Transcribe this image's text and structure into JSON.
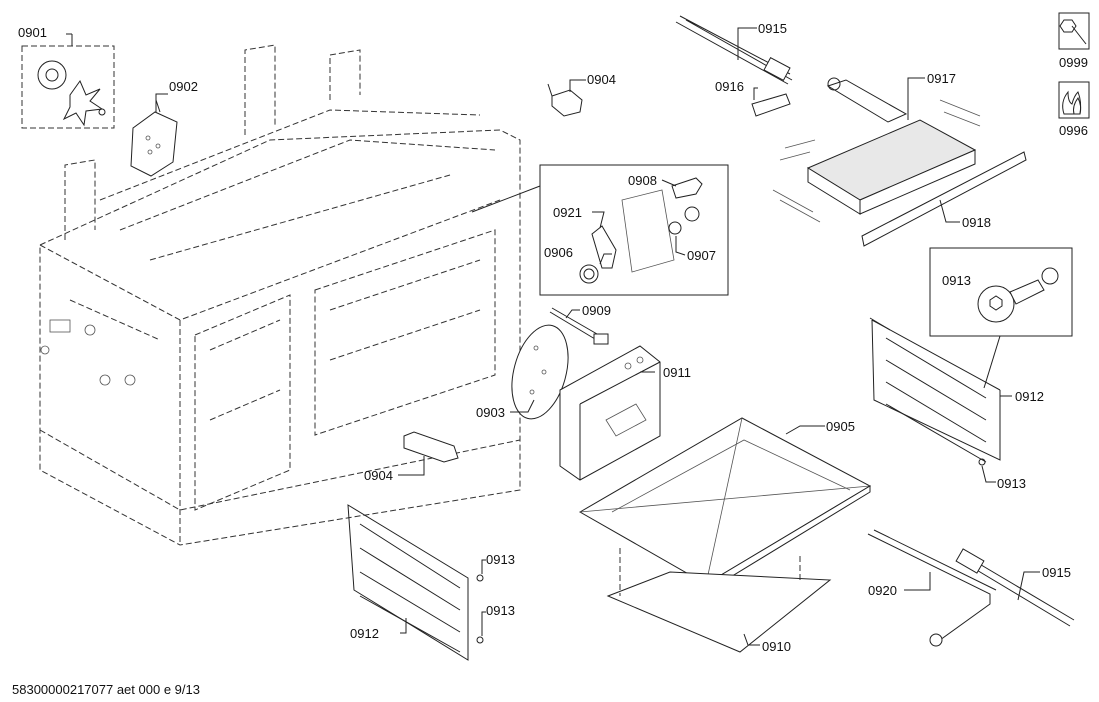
{
  "labels": {
    "p0901": "0901",
    "p0902": "0902",
    "p0903": "0903",
    "p0904a": "0904",
    "p0904b": "0904",
    "p0905": "0905",
    "p0906": "0906",
    "p0907": "0907",
    "p0908": "0908",
    "p0909": "0909",
    "p0910": "0910",
    "p0911": "0911",
    "p0912a": "0912",
    "p0912b": "0912",
    "p0913a": "0913",
    "p0913b": "0913",
    "p0913c": "0913",
    "p0913d": "0913",
    "p0915a": "0915",
    "p0915b": "0915",
    "p0916": "0916",
    "p0917": "0917",
    "p0918": "0918",
    "p0920": "0920",
    "p0921": "0921",
    "p0996": "0996",
    "p0999": "0999"
  },
  "footer": "58300000217077 aet 000 e 9/13",
  "icons": {
    "wrench_icon": "wrench-nut-icon",
    "flame_icon": "gas-flame-icon"
  }
}
